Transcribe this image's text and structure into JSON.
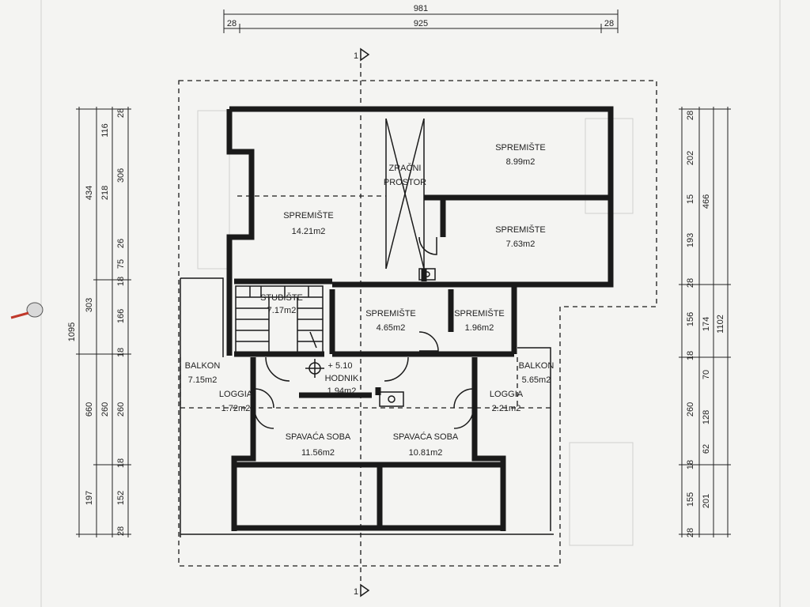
{
  "dimensions": {
    "top_total": "981",
    "top_left": "28",
    "top_mid": "925",
    "top_right": "28",
    "left_total": "1095",
    "left_upper": "434",
    "left_mid": "303",
    "left_lower": "660",
    "left_bottom": "197",
    "left_detail": [
      "116",
      "28",
      "306",
      "218",
      "26",
      "75",
      "18",
      "166",
      "18",
      "260",
      "260",
      "18",
      "152",
      "28"
    ],
    "right_total": "1102",
    "right_upper": "466",
    "right_detail": [
      "28",
      "202",
      "15",
      "193",
      "28",
      "156",
      "174",
      "18",
      "70",
      "260",
      "128",
      "62",
      "18",
      "155",
      "201",
      "28"
    ]
  },
  "section_markers": {
    "top": "1",
    "bottom": "1"
  },
  "level_mark": "+ 5.10",
  "rooms": {
    "zracni": "ZRAČNI",
    "prostor": "PROSTOR",
    "spremiste_a_name": "SPREMIŠTE",
    "spremiste_a_area": "8.99m2",
    "spremiste_b_name": "SPREMIŠTE",
    "spremiste_b_area": "14.21m2",
    "spremiste_c_name": "SPREMIŠTE",
    "spremiste_c_area": "7.63m2",
    "stubiste_name": "STUBIŠTE",
    "stubiste_area": "7.17m2",
    "spremiste_d_name": "SPREMIŠTE",
    "spremiste_d_area": "4.65m2",
    "spremiste_e_name": "SPREMIŠTE",
    "spremiste_e_area": "1.96m2",
    "hodnik_name": "HODNIK",
    "hodnik_area": "1.94m2",
    "balkon_l_name": "BALKON",
    "balkon_l_area": "7.15m2",
    "balkon_r_name": "BALKON",
    "balkon_r_area": "5.65m2",
    "loggia_l_name": "LOGGIA",
    "loggia_l_area": "1.72m2",
    "loggia_r_name": "LOGGIA",
    "loggia_r_area": "2.21m2",
    "soba_l_name": "SPAVAĆA  SOBA",
    "soba_l_area": "11.56m2",
    "soba_r_name": "SPAVAĆA  SOBA",
    "soba_r_area": "10.81m2"
  }
}
